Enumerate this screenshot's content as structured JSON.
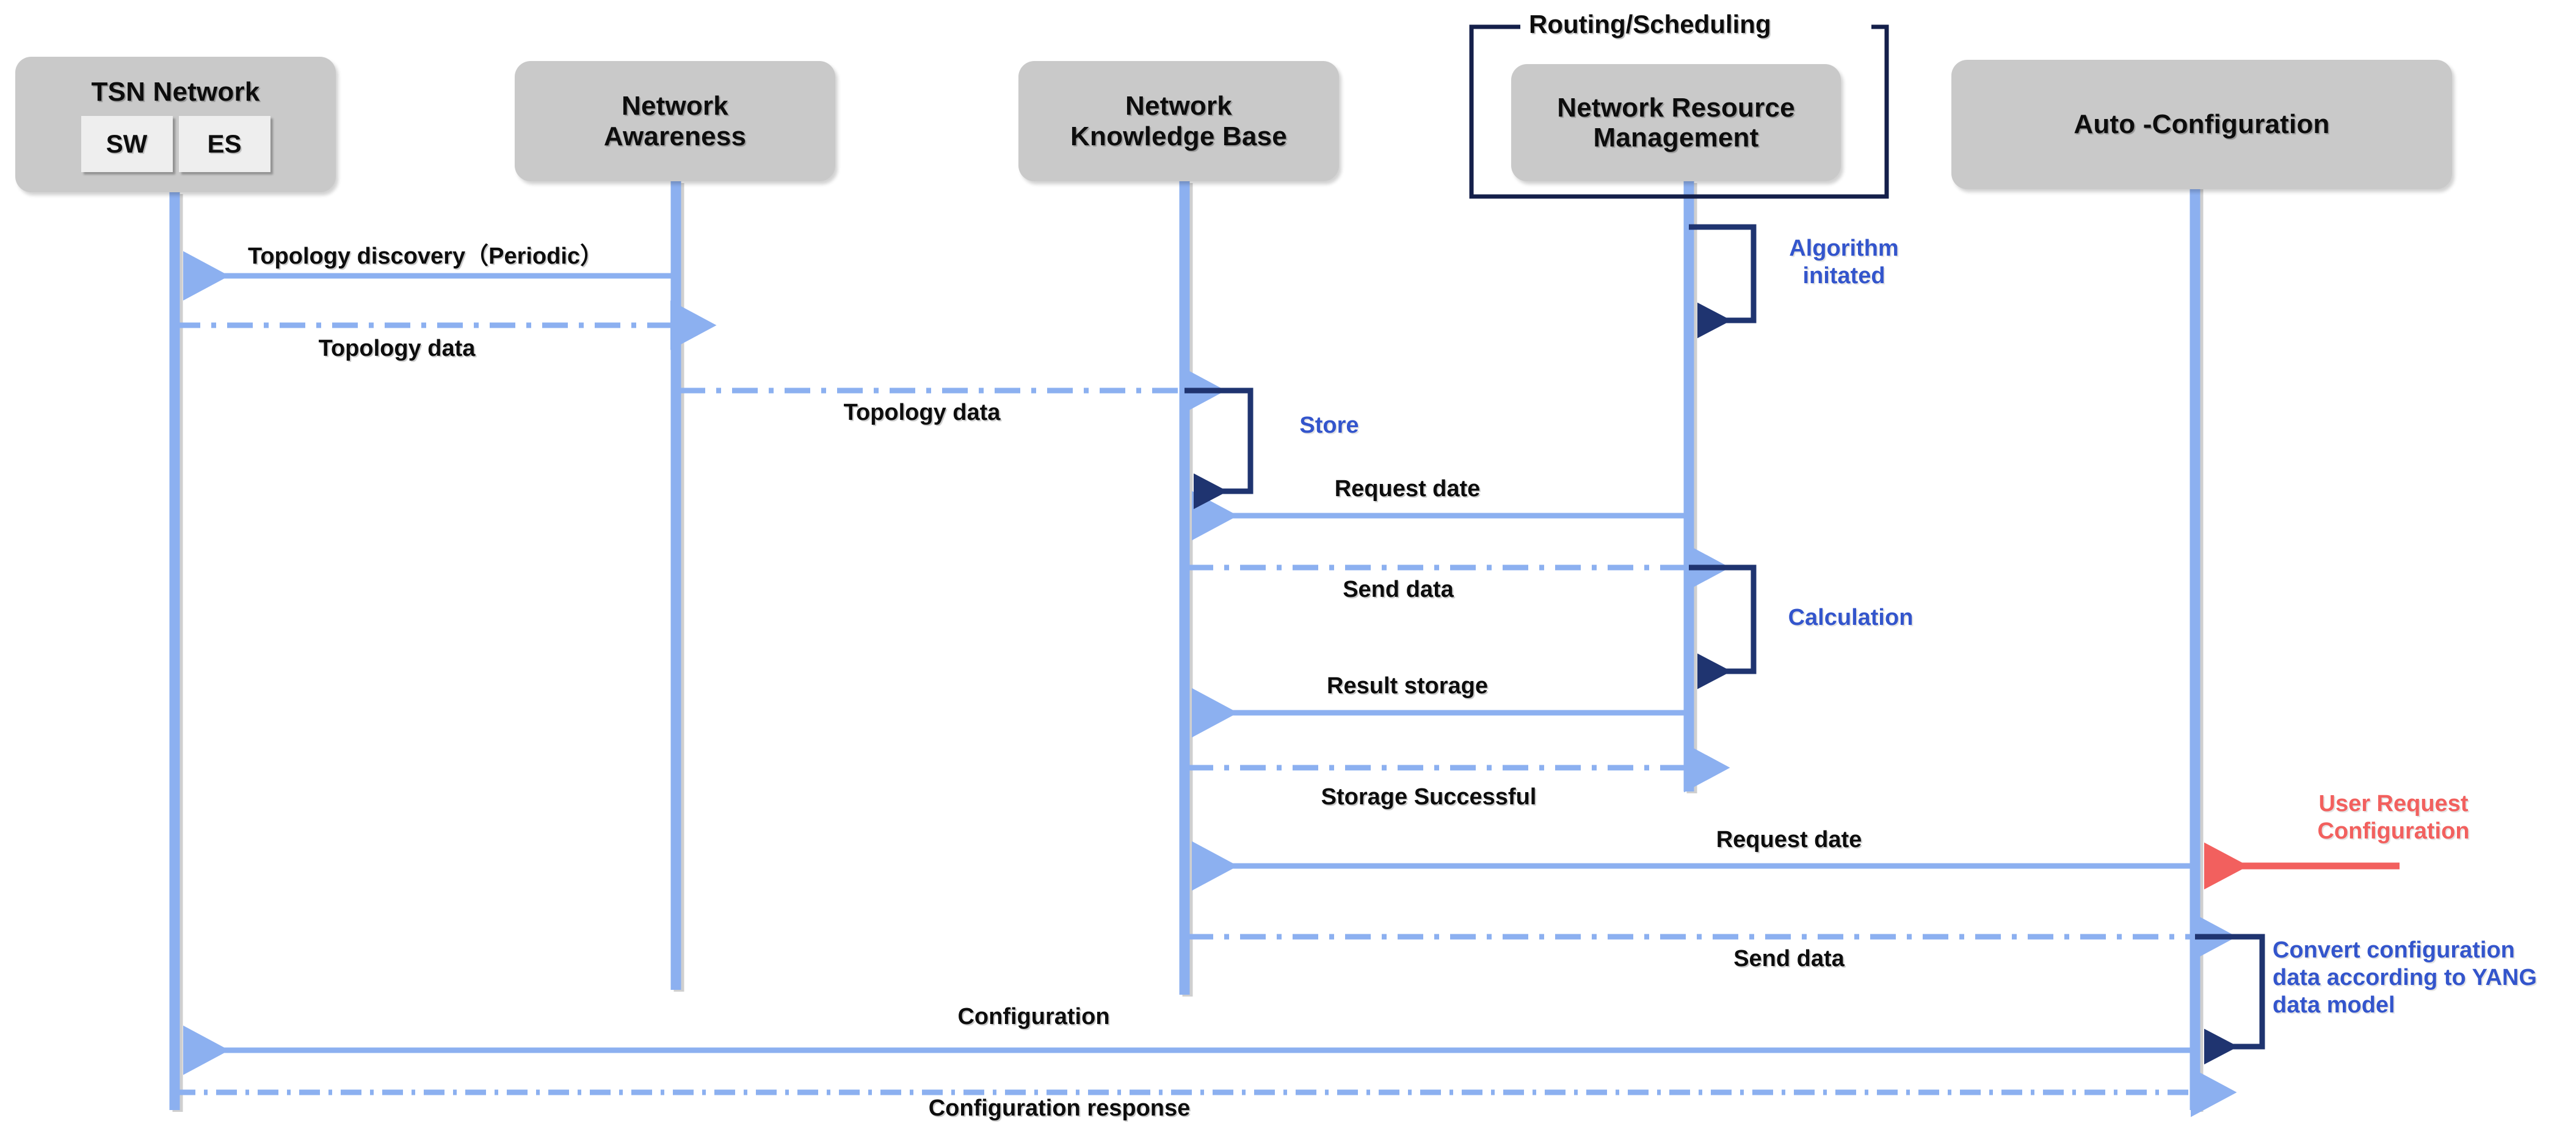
{
  "diagram": {
    "title": "TSN auto-configuration sequence diagram",
    "colors": {
      "lifeline": "#8cb0f0",
      "arrow": "#8cb0f0",
      "self_loop": "#1f3470",
      "note_blue": "#3355cc",
      "note_red": "#f2605e",
      "box_fill": "#c9c9c9",
      "cell_fill": "#eeeeee",
      "fragment_border": "#141f4a"
    }
  },
  "participants": [
    {
      "id": "tsn",
      "title": "TSN Network",
      "cells": [
        "SW",
        "ES"
      ]
    },
    {
      "id": "na",
      "title": "Network\nAwareness"
    },
    {
      "id": "nkb",
      "title": "Network\nKnowledge Base"
    },
    {
      "id": "nrm",
      "title": "Network Resource\nManagement"
    },
    {
      "id": "ac",
      "title": "Auto -Configuration"
    }
  ],
  "fragments": [
    {
      "id": "routing",
      "label": "Routing/Scheduling"
    }
  ],
  "messages": [
    {
      "id": "m1",
      "label": "Topology discovery（Periodic）",
      "from": "na",
      "to": "tsn",
      "style": "solid",
      "color": "arrow"
    },
    {
      "id": "m2",
      "label": "Topology data",
      "from": "tsn",
      "to": "na",
      "style": "dashed",
      "color": "arrow"
    },
    {
      "id": "m3",
      "label": "Topology data",
      "from": "na",
      "to": "nkb",
      "style": "dashed",
      "color": "arrow"
    },
    {
      "id": "m4",
      "label": "Request date",
      "from": "nrm",
      "to": "nkb",
      "style": "solid",
      "color": "arrow"
    },
    {
      "id": "m5",
      "label": "Send data",
      "from": "nkb",
      "to": "nrm",
      "style": "dashed",
      "color": "arrow"
    },
    {
      "id": "m6",
      "label": "Result storage",
      "from": "nrm",
      "to": "nkb",
      "style": "solid",
      "color": "arrow"
    },
    {
      "id": "m7",
      "label": "Storage Successful",
      "from": "nkb",
      "to": "nrm",
      "style": "dashed",
      "color": "arrow"
    },
    {
      "id": "m8",
      "label": "Request date",
      "from": "ac",
      "to": "nkb",
      "style": "solid",
      "color": "arrow"
    },
    {
      "id": "m9",
      "label": "Send data",
      "from": "nkb",
      "to": "ac",
      "style": "dashed",
      "color": "arrow"
    },
    {
      "id": "m10",
      "label": "Configuration",
      "from": "ac",
      "to": "tsn",
      "style": "solid",
      "color": "arrow"
    },
    {
      "id": "m11",
      "label": "Configuration response",
      "from": "tsn",
      "to": "ac",
      "style": "dashed",
      "color": "arrow"
    }
  ],
  "self_messages": [
    {
      "id": "s1",
      "label": "Algorithm\ninitated",
      "on": "nrm"
    },
    {
      "id": "s2",
      "label": "Store",
      "on": "nkb"
    },
    {
      "id": "s3",
      "label": "Calculation",
      "on": "nrm"
    },
    {
      "id": "s4",
      "label": "Convert configuration\ndata according to YANG\ndata model",
      "on": "ac"
    }
  ],
  "external_messages": [
    {
      "id": "e1",
      "label": "User Request\nConfiguration",
      "to": "ac",
      "color": "note_red"
    }
  ]
}
